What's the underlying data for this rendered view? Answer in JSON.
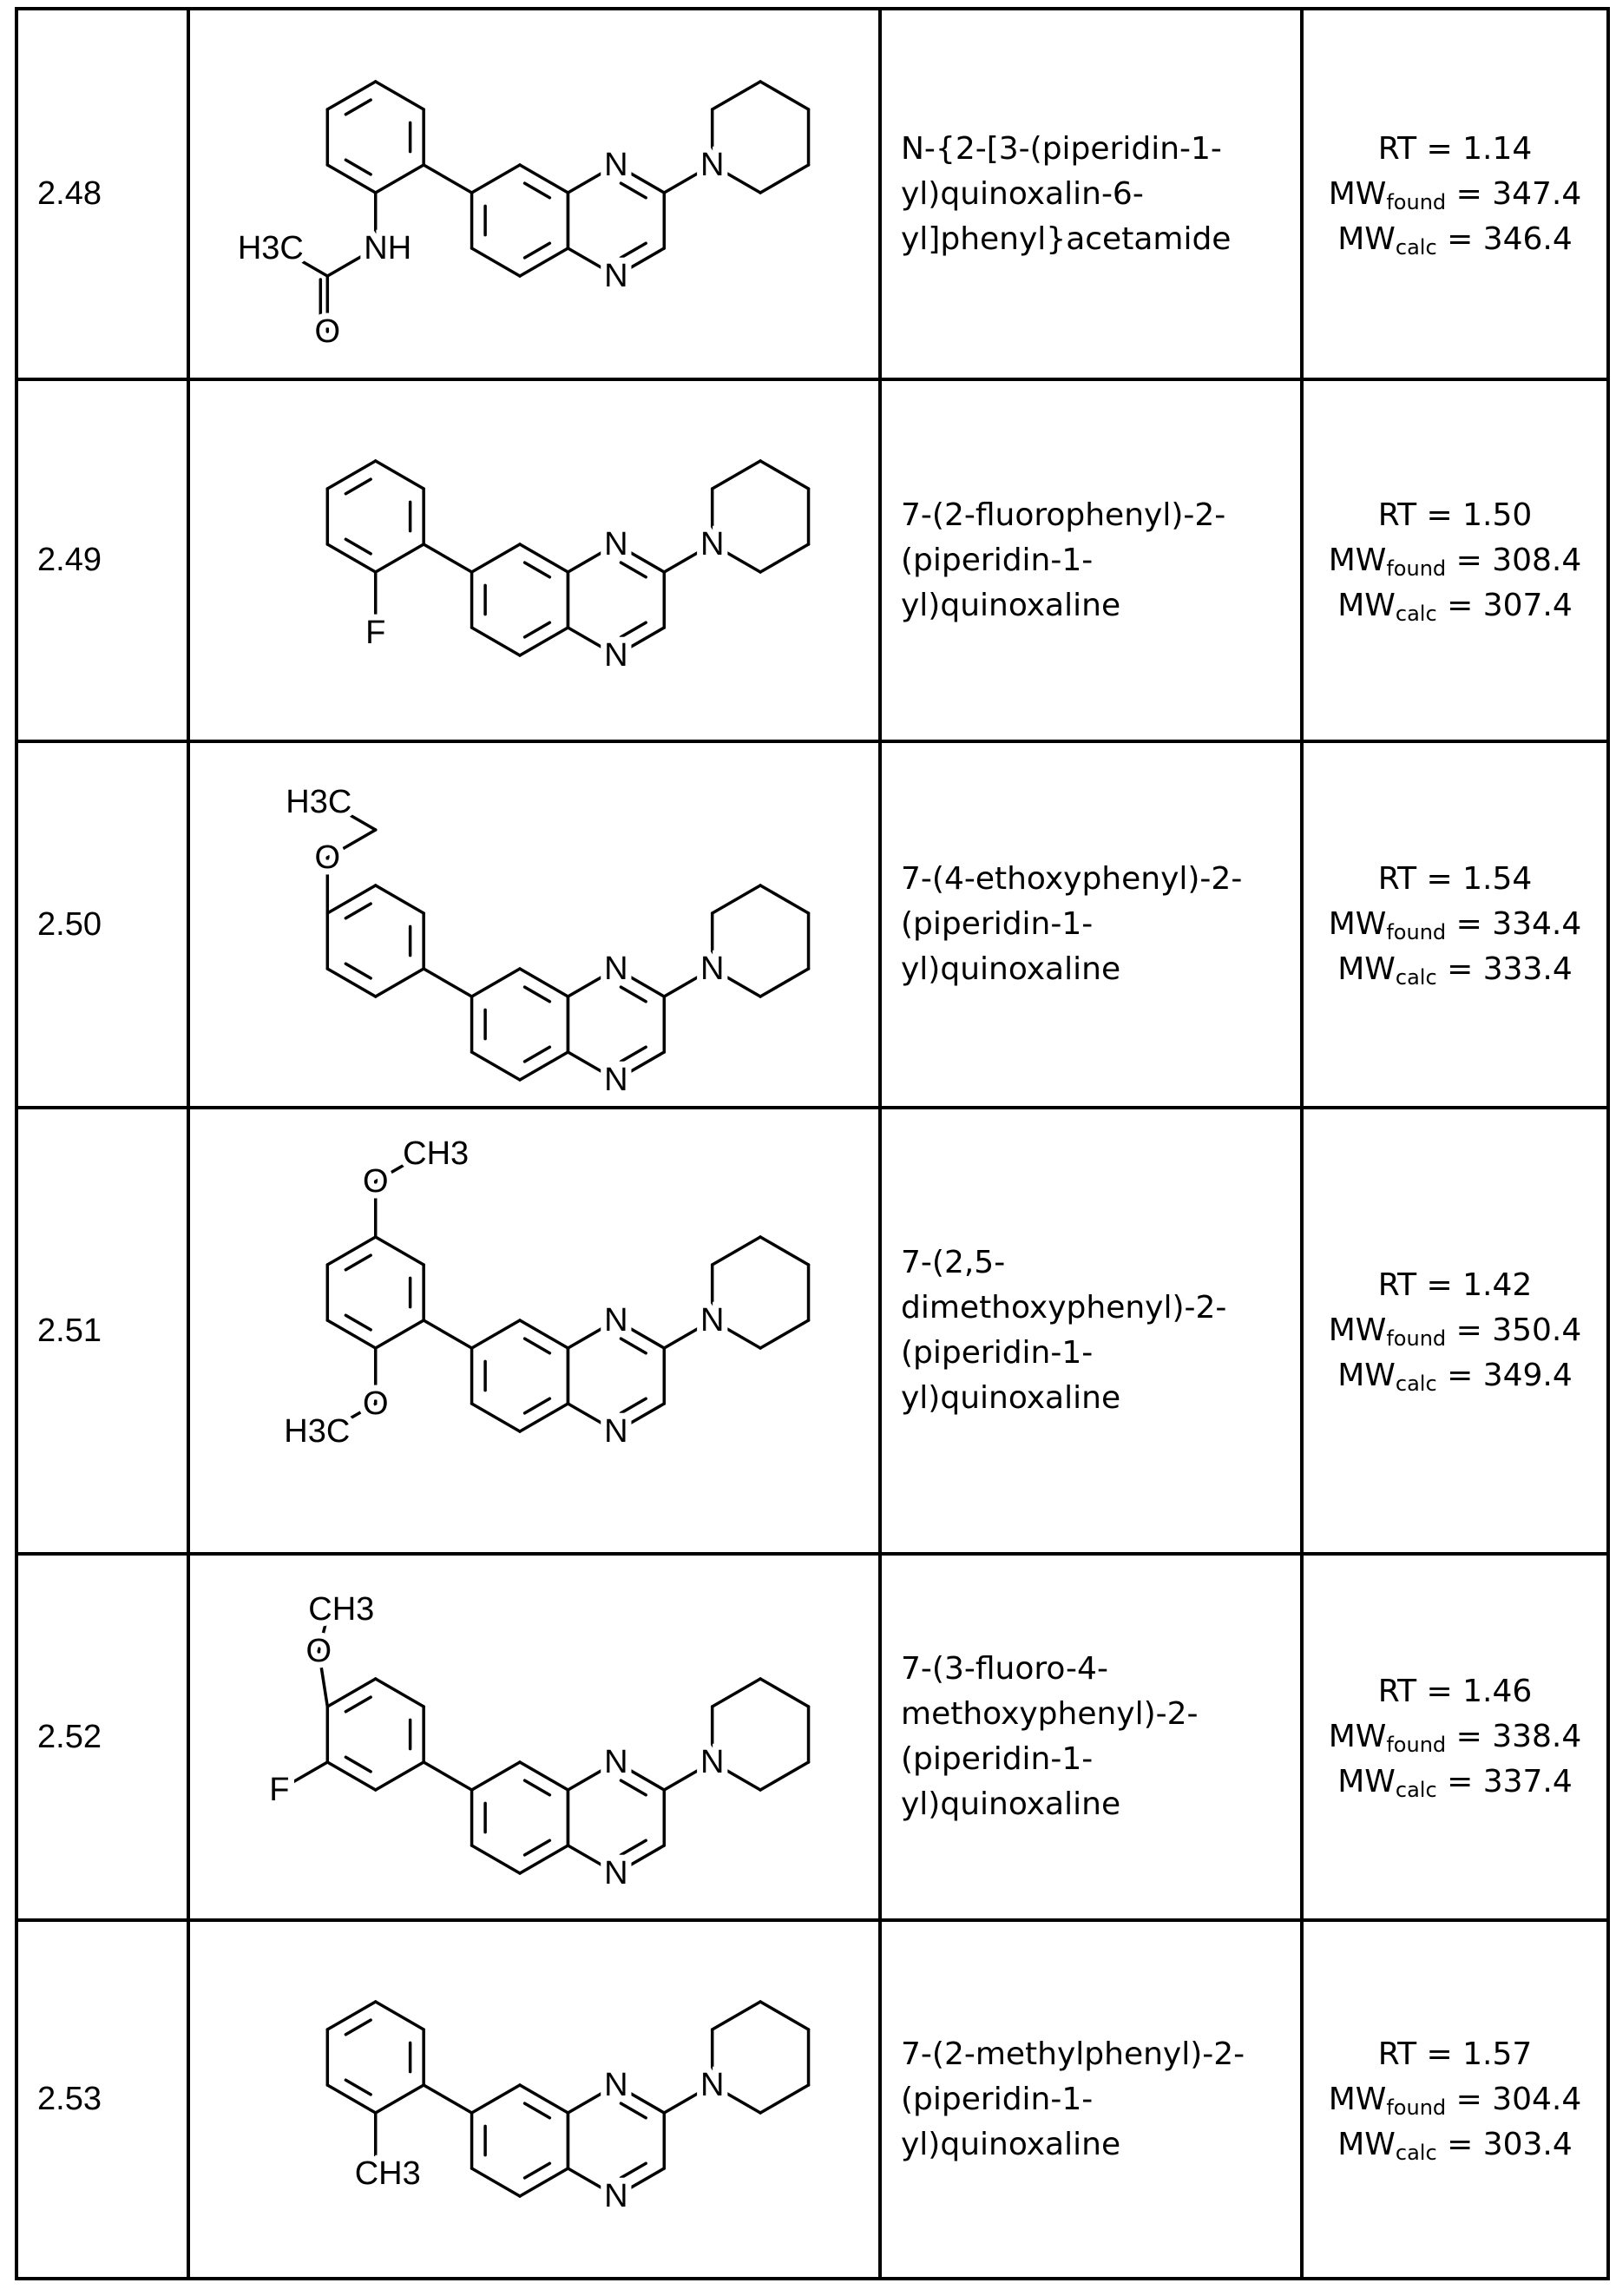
{
  "rows": [
    {
      "id": "2.48",
      "name_lines": [
        "N-{2-[3-(piperidin-1-",
        "yl)quinoxalin-6-",
        "yl]phenyl}acetamide"
      ],
      "rt": "RT = 1.14",
      "mw_found": "347.4",
      "mw_calc": "346.4",
      "subst": "nhac",
      "labels": [
        "N",
        "N",
        "N",
        "NH",
        "H3C",
        "O"
      ]
    },
    {
      "id": "2.49",
      "name_lines": [
        "7-(2-fluorophenyl)-2-",
        "(piperidin-1-",
        "yl)quinoxaline"
      ],
      "rt": "RT = 1.50",
      "mw_found": "308.4",
      "mw_calc": "307.4",
      "subst": "f",
      "labels": [
        "N",
        "N",
        "N",
        "F"
      ]
    },
    {
      "id": "2.50",
      "name_lines": [
        "7-(4-ethoxyphenyl)-2-",
        "(piperidin-1-",
        "yl)quinoxaline"
      ],
      "rt": "RT = 1.54",
      "mw_found": "334.4",
      "mw_calc": "333.4",
      "subst": "oet",
      "labels": [
        "N",
        "N",
        "N",
        "O",
        "H3C"
      ]
    },
    {
      "id": "2.51",
      "name_lines": [
        "7-(2,5-",
        "dimethoxyphenyl)-2-",
        "(piperidin-1-",
        "yl)quinoxaline"
      ],
      "rt": "RT = 1.42",
      "mw_found": "350.4",
      "mw_calc": "349.4",
      "subst": "diome",
      "labels": [
        "N",
        "N",
        "N",
        "O",
        "CH3",
        "O",
        "H3C"
      ]
    },
    {
      "id": "2.52",
      "name_lines": [
        "7-(3-fluoro-4-",
        "methoxyphenyl)-2-",
        "(piperidin-1-",
        "yl)quinoxaline"
      ],
      "rt": "RT = 1.46",
      "mw_found": "338.4",
      "mw_calc": "337.4",
      "subst": "fome",
      "labels": [
        "N",
        "N",
        "N",
        "O",
        "CH3",
        "F"
      ]
    },
    {
      "id": "2.53",
      "name_lines": [
        "7-(2-methylphenyl)-2-",
        "(piperidin-1-",
        "yl)quinoxaline"
      ],
      "rt": "RT = 1.57",
      "mw_found": "304.4",
      "mw_calc": "303.4",
      "subst": "me",
      "labels": [
        "N",
        "N",
        "N",
        "CH3"
      ]
    }
  ],
  "mw_label": "MW",
  "found_sub": "found",
  "calc_sub": "calc"
}
